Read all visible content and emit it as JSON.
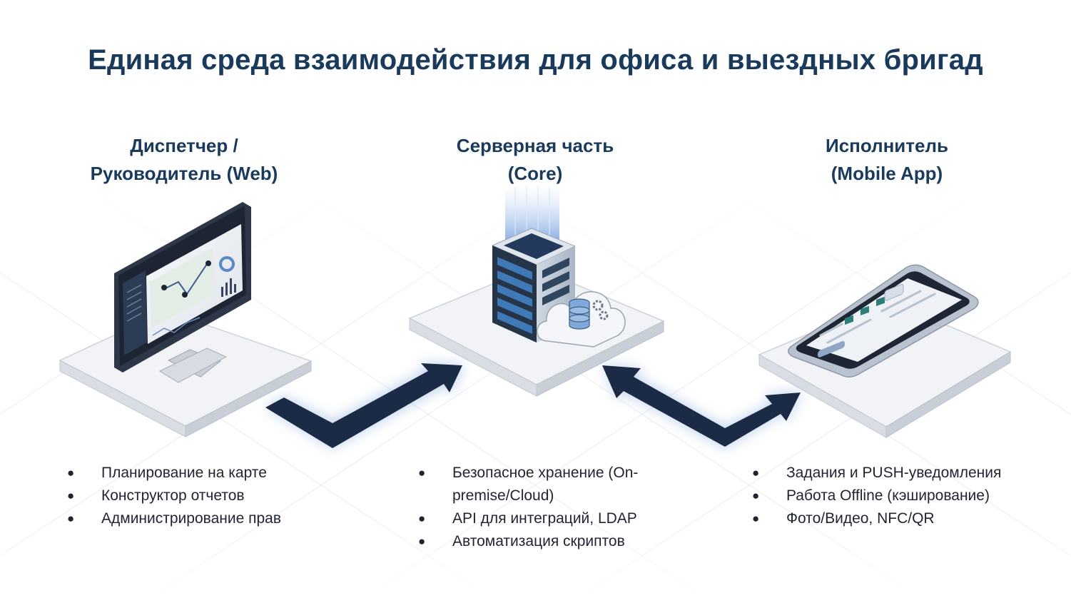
{
  "title": "Единая среда взаимодействия для офиса и выездных бригад",
  "columns": [
    {
      "id": "web",
      "title_lines": [
        "Диспетчер /",
        "Руководитель (Web)"
      ],
      "bullets": [
        "Планирование на карте",
        "Конструктор отчетов",
        "Администрирование прав"
      ]
    },
    {
      "id": "core",
      "title_lines": [
        "Серверная часть",
        "(Core)"
      ],
      "bullets": [
        "Безопасное хранение (On-premise/Cloud)",
        "API для интеграций, LDAP",
        "Автоматизация скриптов"
      ]
    },
    {
      "id": "mobile",
      "title_lines": [
        "Исполнитель",
        "(Mobile App)"
      ],
      "bullets": [
        "Задания и PUSH-уведомления",
        "Работа Offline (кэширование)",
        "Фото/Видео, NFC/QR"
      ]
    }
  ],
  "icons": {
    "web": "desktop-monitor-icon",
    "core": "server-cloud-icon",
    "mobile": "smartphone-icon",
    "flow1": "arrow-web-to-core-icon",
    "flow2": "arrow-bidirectional-core-mobile-icon"
  },
  "colors": {
    "title": "#1a3a5c",
    "arrow": "#1c2b45",
    "glow": "#8fb0e0",
    "platform": "#eef1f5",
    "screen": "#2a3b52"
  }
}
